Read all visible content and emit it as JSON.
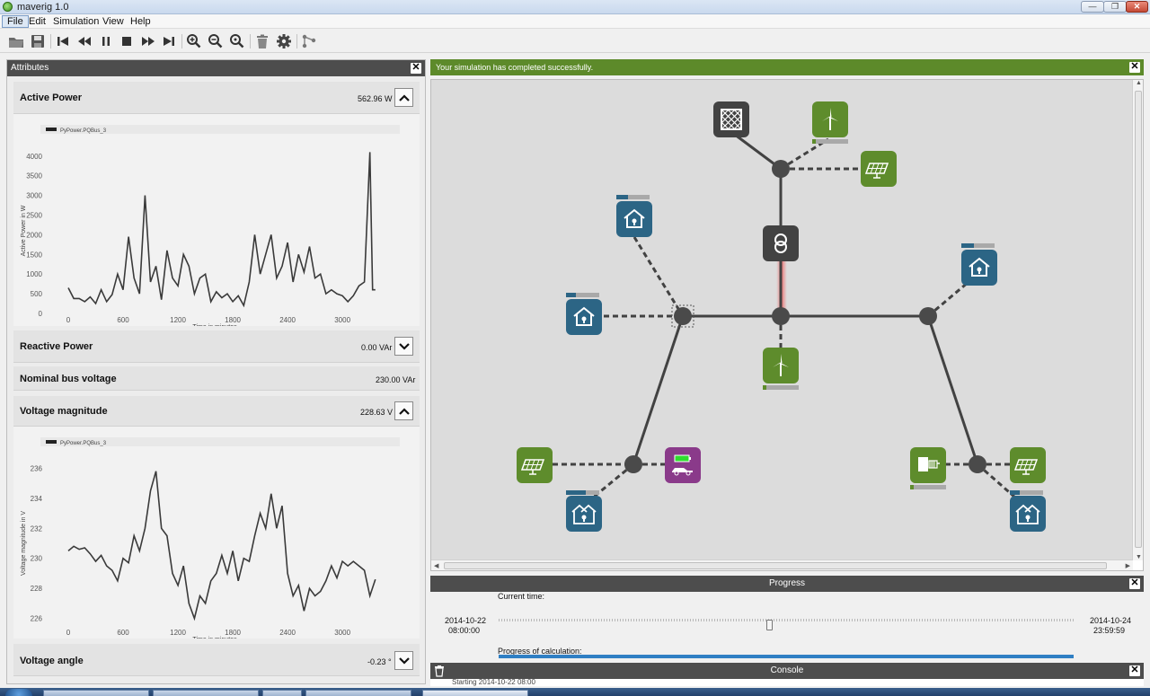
{
  "window": {
    "title": "maverig 1.0",
    "controls": {
      "minimize": "—",
      "maximize": "❐",
      "close": "✕"
    }
  },
  "menu": {
    "items": [
      "File",
      "Edit",
      "Simulation",
      "View",
      "Help"
    ]
  },
  "toolbar": {
    "icons": [
      "folder-open-icon",
      "save-icon",
      "skip-to-start-icon",
      "rewind-icon",
      "pause-icon",
      "stop-icon",
      "fast-forward-icon",
      "skip-to-end-icon",
      "zoom-in-icon",
      "zoom-out-icon",
      "zoom-reset-icon",
      "trash-icon",
      "gear-icon",
      "connector-icon"
    ]
  },
  "attributes": {
    "title": "Attributes",
    "close_label": "✕",
    "active_power": {
      "label": "Active Power",
      "value": "562.96 W"
    },
    "reactive_power": {
      "label": "Reactive Power",
      "value": "0.00 VAr"
    },
    "nominal_voltage": {
      "label": "Nominal bus voltage",
      "value": "230.00 VAr"
    },
    "voltage_magnitude": {
      "label": "Voltage magnitude",
      "value": "228.63 V"
    },
    "voltage_angle": {
      "label": "Voltage angle",
      "value": "-0.23 °"
    }
  },
  "chart_data": [
    {
      "type": "line",
      "title": "",
      "legend": "PyPower.PQBus_3",
      "legend_placement": "top",
      "ylabel": "Active Power in W",
      "xlabel": "Time in minutes",
      "xlim": [
        0,
        3500
      ],
      "ylim": [
        0,
        4200
      ],
      "xticks": [
        0,
        600,
        1200,
        1800,
        2400,
        3000
      ],
      "yticks": [
        0,
        500,
        1000,
        1500,
        2000,
        2500,
        3000,
        3500,
        4000
      ],
      "grid": false,
      "x": [
        0,
        60,
        120,
        180,
        240,
        300,
        360,
        420,
        480,
        540,
        600,
        660,
        720,
        780,
        840,
        900,
        960,
        1020,
        1080,
        1140,
        1200,
        1260,
        1320,
        1380,
        1440,
        1500,
        1560,
        1620,
        1680,
        1740,
        1800,
        1860,
        1920,
        1980,
        2040,
        2100,
        2160,
        2220,
        2280,
        2340,
        2400,
        2460,
        2520,
        2580,
        2640,
        2700,
        2760,
        2820,
        2880,
        2940,
        3000,
        3060,
        3120,
        3180,
        3240,
        3300,
        3330,
        3360
      ],
      "series": [
        {
          "values": [
            650,
            380,
            380,
            300,
            420,
            250,
            600,
            300,
            480,
            1000,
            600,
            1950,
            900,
            500,
            3000,
            800,
            1200,
            350,
            1600,
            900,
            700,
            1500,
            1200,
            500,
            900,
            1000,
            300,
            550,
            400,
            500,
            300,
            450,
            200,
            800,
            2000,
            1000,
            1500,
            2000,
            900,
            1200,
            1800,
            800,
            1500,
            1050,
            1700,
            900,
            1000,
            500,
            600,
            500,
            450,
            300,
            450,
            700,
            800,
            4100,
            600,
            600
          ]
        }
      ]
    },
    {
      "type": "line",
      "title": "",
      "legend": "PyPower.PQBus_3",
      "legend_placement": "top",
      "ylabel": "Voltage magnitude in V",
      "xlabel": "Time in minutes",
      "xlim": [
        0,
        3500
      ],
      "ylim": [
        225.5,
        236.5
      ],
      "xticks": [
        0,
        600,
        1200,
        1800,
        2400,
        3000
      ],
      "yticks": [
        226,
        228,
        230,
        232,
        234,
        236
      ],
      "grid": false,
      "x": [
        0,
        60,
        120,
        180,
        240,
        300,
        360,
        420,
        480,
        540,
        600,
        660,
        720,
        780,
        840,
        900,
        960,
        1020,
        1080,
        1140,
        1200,
        1260,
        1320,
        1380,
        1440,
        1500,
        1560,
        1620,
        1680,
        1740,
        1800,
        1860,
        1920,
        1980,
        2040,
        2100,
        2160,
        2220,
        2280,
        2340,
        2400,
        2460,
        2520,
        2580,
        2640,
        2700,
        2760,
        2820,
        2880,
        2940,
        3000,
        3060,
        3120,
        3180,
        3240,
        3300,
        3360
      ],
      "series": [
        {
          "values": [
            230.5,
            230.8,
            230.6,
            230.7,
            230.3,
            229.8,
            230.2,
            229.5,
            229.2,
            228.5,
            230.0,
            229.7,
            231.5,
            230.5,
            232.0,
            234.5,
            235.8,
            232.0,
            231.5,
            229.0,
            228.2,
            229.5,
            227.0,
            226.0,
            227.5,
            227.0,
            228.5,
            229.0,
            230.2,
            229.0,
            230.5,
            228.5,
            230.0,
            229.8,
            231.5,
            233.0,
            232.0,
            234.3,
            232.0,
            233.5,
            229.0,
            227.5,
            228.2,
            226.5,
            228.0,
            227.5,
            227.8,
            228.5,
            229.5,
            228.7,
            229.8,
            229.5,
            229.8,
            229.5,
            229.2,
            227.5,
            228.6
          ]
        }
      ]
    }
  ],
  "status": {
    "message": "Your simulation has completed successfully.",
    "close_label": "✕"
  },
  "progress": {
    "title": "Progress",
    "close_label": "✕",
    "current_time_label": "Current time:",
    "start_date": "2014-10-22",
    "start_time": "08:00:00",
    "end_date": "2014-10-24",
    "end_time": "23:59:59",
    "time_position": 0.47,
    "calc_label": "Progress of calculation:",
    "calc_progress": 1.0
  },
  "console": {
    "title": "Console",
    "close_label": "✕",
    "line": "Starting  2014-10-22  08:00"
  },
  "colors": {
    "status_green": "#5e8c2c",
    "panel_dark": "#4d4d4d",
    "node_green": "#5e8c2c",
    "node_blue": "#2c6585",
    "node_dark": "#424242",
    "node_purple": "#8a3a8a",
    "progress_blue": "#2f7fc4"
  }
}
